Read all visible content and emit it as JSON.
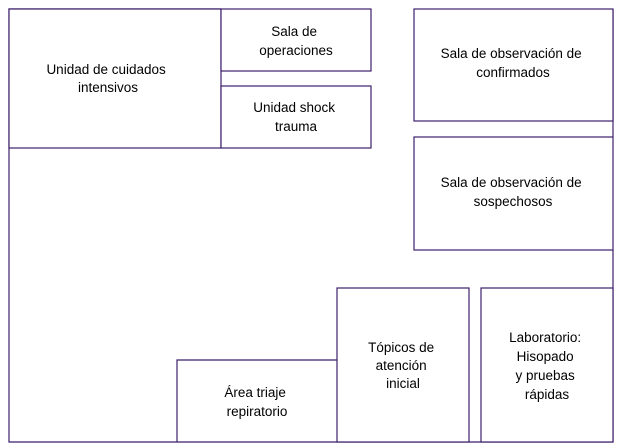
{
  "title": "",
  "colors": {
    "wall": "#3d1f6b",
    "text": "#000000",
    "background": "#ffffff"
  },
  "rooms": {
    "uci": {
      "lines": [
        "Unidad de cuidados",
        "intensivos"
      ]
    },
    "operaciones": {
      "lines": [
        "Sala de",
        "operaciones"
      ]
    },
    "shock_trauma": {
      "lines": [
        "Unidad shock",
        "trauma"
      ]
    },
    "obs_confirmados": {
      "lines": [
        "Sala de observación de",
        "confirmados"
      ]
    },
    "obs_sospechosos": {
      "lines": [
        "Sala de observación de",
        "sospechosos"
      ]
    },
    "laboratorio": {
      "lines": [
        "Laboratorio:",
        "Hisopado",
        "y pruebas",
        "rápidas"
      ]
    },
    "topicos": {
      "lines": [
        "Tópicos de",
        "atención",
        "inicial"
      ]
    },
    "triaje": {
      "lines": [
        "Área triaje",
        "repiratorio"
      ]
    }
  }
}
